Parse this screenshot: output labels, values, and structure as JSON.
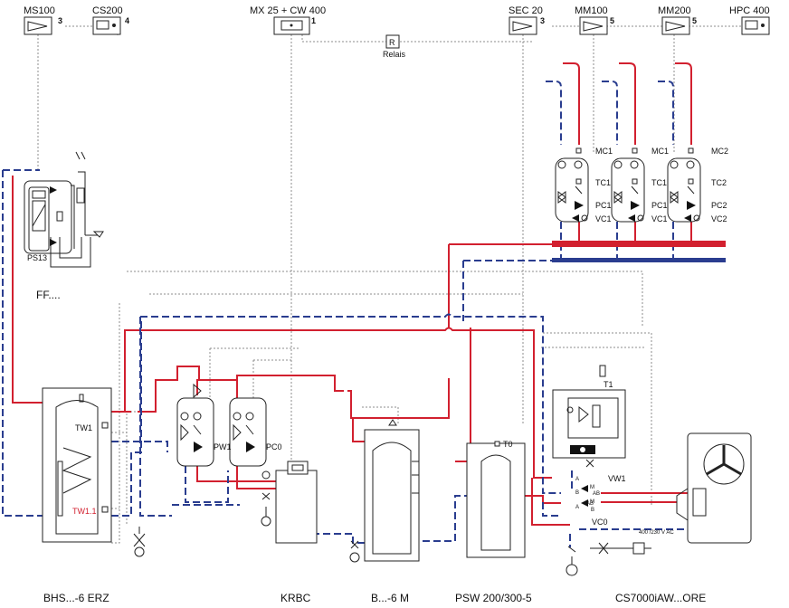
{
  "controllers": {
    "ms100": {
      "label": "MS100",
      "num": "3"
    },
    "cs200": {
      "label": "CS200",
      "num": "4"
    },
    "mx25": {
      "label": "MX 25 + CW 400",
      "num": "1"
    },
    "sec20": {
      "label": "SEC 20",
      "num": "3"
    },
    "mm100": {
      "label": "MM100",
      "num": "5"
    },
    "mm200": {
      "label": "MM200",
      "num": "5"
    },
    "hpc400": {
      "label": "HPC 400"
    },
    "relais": {
      "letter": "R",
      "label": "Relais"
    }
  },
  "circuits": {
    "mc1a": "MC1",
    "mc1b": "MC1",
    "mc2": "MC2",
    "tc1a": "TC1",
    "tc1b": "TC1",
    "tc2": "TC2",
    "pc1a": "PC1",
    "pc1b": "PC1",
    "pc2": "PC2",
    "vc1a": "VC1",
    "vc1b": "VC1",
    "vc2": "VC2"
  },
  "station": {
    "ps13": "PS13",
    "ff": "FF...."
  },
  "boiler_side": {
    "tw1": "TW1",
    "tw11": "TW1.1",
    "pw1": "PW1",
    "pc0": "PC0"
  },
  "heatpump": {
    "t0": "T0",
    "t1": "T1",
    "vw1": "VW1",
    "vc0": "VC0",
    "a1": "A",
    "b1": "B",
    "ab1": "AB",
    "m1": "M",
    "a2": "A",
    "b2": "B",
    "ab2": "AB",
    "m2": "M",
    "power": "400 /230 V AC"
  },
  "bottom_labels": {
    "bhs": "BHS...-6 ERZ",
    "krbc": "KRBC",
    "bm": "B...-6 M",
    "psw": "PSW 200/300-5",
    "cs7000": "CS7000iAW...ORE"
  },
  "colors": {
    "supply": "#d2202f",
    "return": "#2a3d8f",
    "control": "#8c8c8c"
  }
}
